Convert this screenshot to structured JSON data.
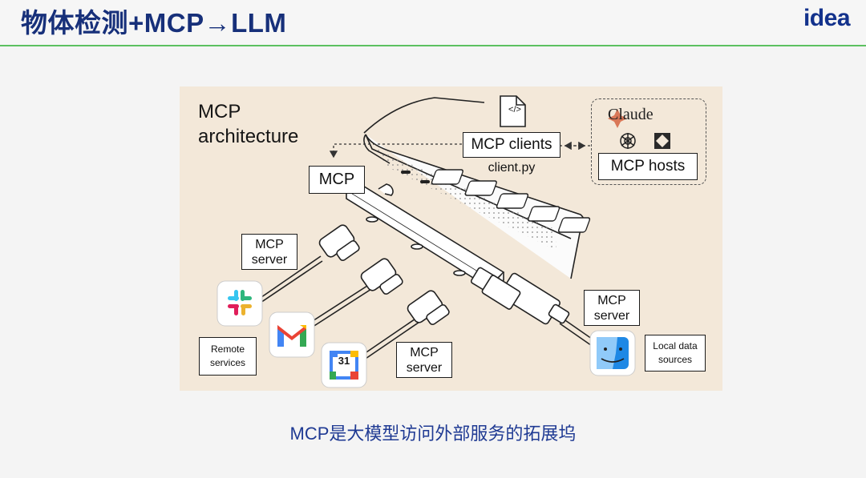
{
  "slide": {
    "title": "物体检测+MCP→LLM",
    "logo": "idea",
    "caption": "MCP是大模型访问外部服务的拓展坞"
  },
  "diagram": {
    "heading": "MCP\narchitecture",
    "hub_label": "MCP",
    "clients_label": "MCP clients",
    "clients_file": "client.py",
    "hosts_label": "MCP hosts",
    "claude_label": "Claude",
    "server_label_1": "MCP\nserver",
    "server_label_2": "MCP\nserver",
    "server_label_3": "MCP\nserver",
    "remote_label": "Remote\nservices",
    "local_label": "Local data\nsources",
    "calendar_day": "31",
    "code_icon_text": "</>"
  },
  "colors": {
    "title": "#17307a",
    "accent_rule": "#5cc160",
    "caption": "#1f3a93",
    "diagram_bg": "#f3e8d9"
  },
  "icons": [
    "slack-icon",
    "gmail-icon",
    "google-calendar-icon",
    "finder-icon",
    "openai-icon",
    "perplexity-icon",
    "claude-icon",
    "code-file-icon"
  ]
}
